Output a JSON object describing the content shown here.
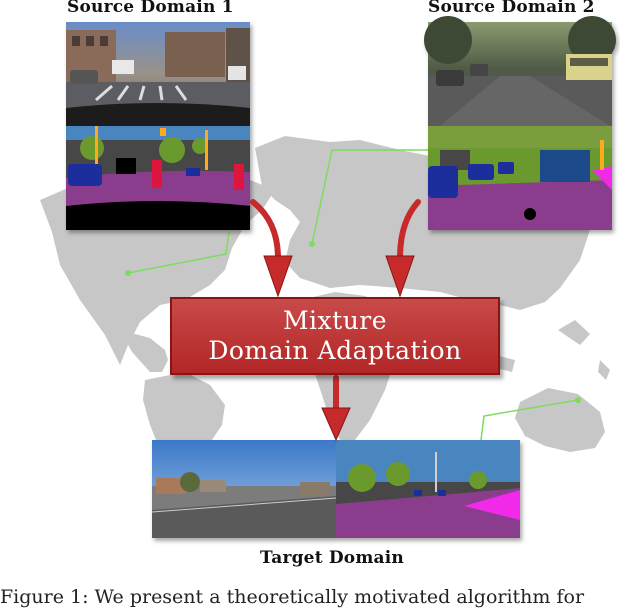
{
  "labels": {
    "source1": "Source Domain 1",
    "source2": "Source Domain 2",
    "target": "Target Domain"
  },
  "adaptation": {
    "line1": "Mixture",
    "line2": "Domain Adaptation"
  },
  "caption": "Figure 1: We present a theoretically motivated algorithm for",
  "colors": {
    "map": "#c7c7c7",
    "arrow": "#c72a2a",
    "connector": "#7ddc5e",
    "road": "#8a3e8c",
    "sky": "#4a86c0",
    "vegetation": "#6b9a2e",
    "car": "#1e2e9c",
    "person": "#dc143c",
    "building": "#464646",
    "sidewalk": "#f02ae8"
  }
}
